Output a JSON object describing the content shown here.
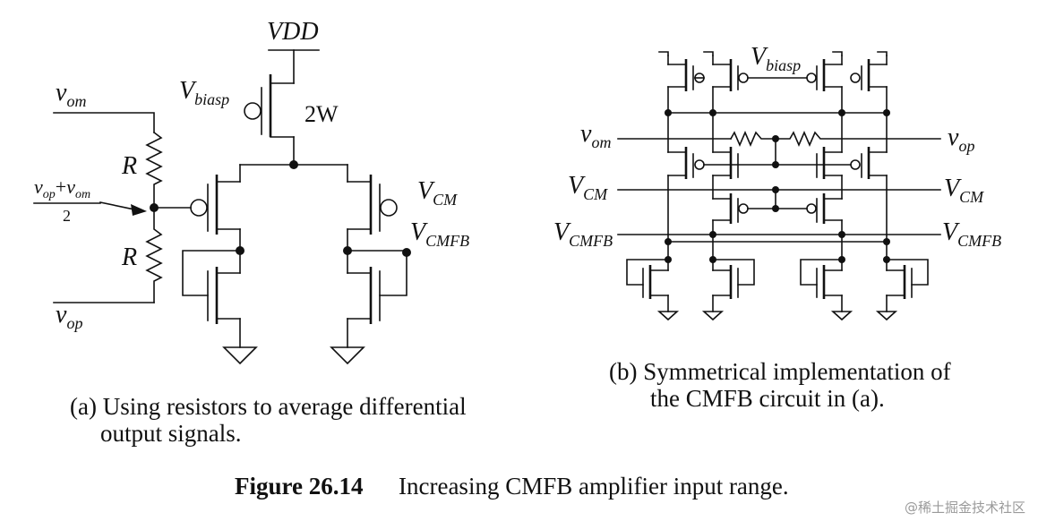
{
  "panel_a": {
    "vdd": "VDD",
    "vbiasp": {
      "main": "V",
      "sub": "biasp"
    },
    "width": "2W",
    "vom": {
      "main": "v",
      "sub": "om"
    },
    "vop": {
      "main": "v",
      "sub": "op"
    },
    "r_top": "R",
    "r_bottom": "R",
    "avg_num": {
      "v1": "v",
      "s1": "op",
      "plus": "+",
      "v2": "v",
      "s2": "om"
    },
    "avg_den": "2",
    "vcm": {
      "main": "V",
      "sub": "CM"
    },
    "vcmfb": {
      "main": "V",
      "sub": "CMFB"
    },
    "caption_line1": "(a) Using resistors to average differential",
    "caption_line2": "output signals."
  },
  "panel_b": {
    "vbiasp": {
      "main": "V",
      "sub": "biasp"
    },
    "vom": {
      "main": "v",
      "sub": "om"
    },
    "vop": {
      "main": "v",
      "sub": "op"
    },
    "vcm_left": {
      "main": "V",
      "sub": "CM"
    },
    "vcm_right": {
      "main": "V",
      "sub": "CM"
    },
    "vcmfb_left": {
      "main": "V",
      "sub": "CMFB"
    },
    "vcmfb_right": {
      "main": "V",
      "sub": "CMFB"
    },
    "caption_line1": "(b) Symmetrical implementation of",
    "caption_line2": "the CMFB circuit in (a)."
  },
  "figure": {
    "number": "Figure 26.14",
    "title": "Increasing CMFB amplifier input range."
  },
  "watermark": "@稀土掘金技术社区"
}
